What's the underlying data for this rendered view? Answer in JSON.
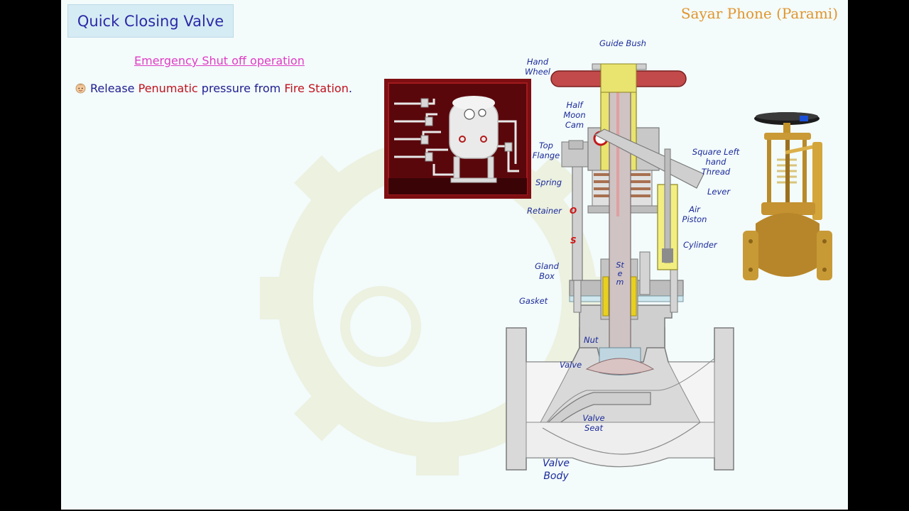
{
  "header": {
    "title": "Quick Closing Valve",
    "brand": "Sayar Phone (Parami)"
  },
  "content": {
    "subheading": "Emergency Shut off operation",
    "bullet": {
      "icon": "face-emoji-icon",
      "parts": [
        "Release ",
        "Penumatic",
        " pressure from ",
        "Fire Station",
        "."
      ]
    }
  },
  "diagram_labels": {
    "guide_bush": "Guide Bush",
    "hand_wheel": "Hand Wheel",
    "half_moon_cam": "Half Moon Cam",
    "top_flange": "Top Flange",
    "spring": "Spring",
    "retainer": "Retainer",
    "gland_box": "Gland Box",
    "gasket": "Gasket",
    "nut": "Nut",
    "valve": "Valve",
    "valve_seat": "Valve Seat",
    "valve_body": "Valve Body",
    "square_thread": "Square Left hand Thread",
    "lever": "Lever",
    "air_piston": "Air Piston",
    "cylinder": "Cylinder",
    "stem": "Stem",
    "letter_o": "O",
    "letter_s": "S"
  },
  "colors": {
    "title_text": "#2a2aa8",
    "brand": "#e1952c",
    "subheading": "#e03cc4",
    "body_text": "#1d1d8f",
    "highlight": "#c0121d",
    "label": "#1a2a9a"
  }
}
